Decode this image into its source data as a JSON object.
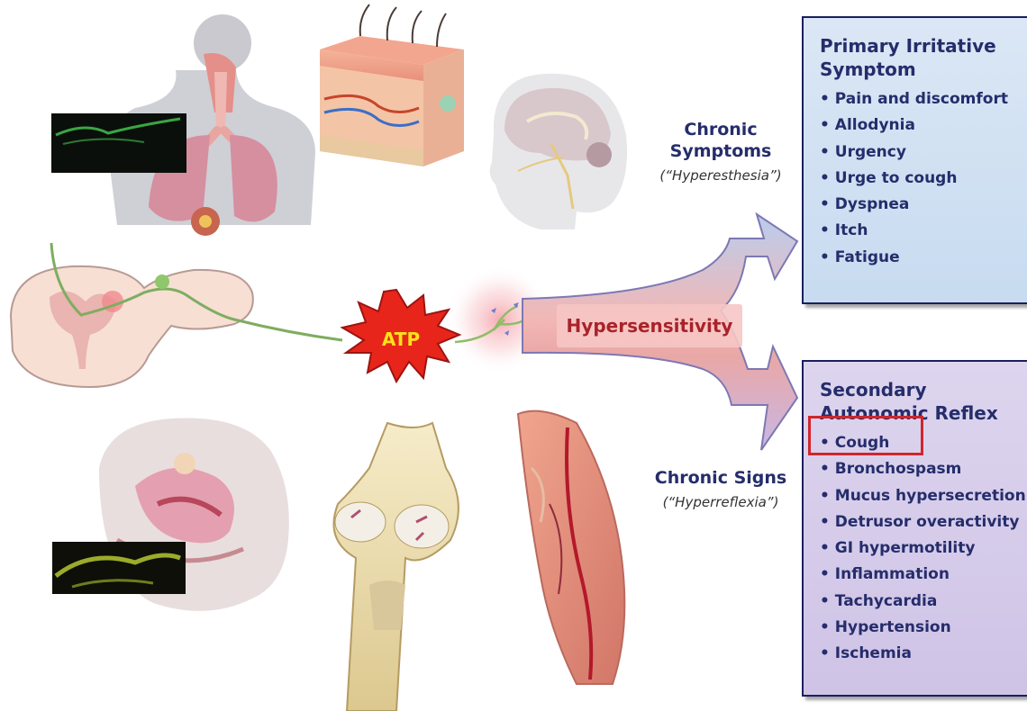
{
  "center": {
    "atp_label": "ATP",
    "hypersensitivity_label": "Hypersensitivity"
  },
  "chronic_symptoms": {
    "title_line1": "Chronic",
    "title_line2": "Symptoms",
    "subtitle": "(“Hyperesthesia”)"
  },
  "chronic_signs": {
    "title": "Chronic Signs",
    "subtitle": "(“Hyperreflexia”)"
  },
  "primary_box": {
    "title": "Primary Irritative Symptom",
    "items": [
      "Pain and discomfort",
      "Allodynia",
      "Urgency",
      "Urge to cough",
      "Dyspnea",
      "Itch",
      "Fatigue"
    ]
  },
  "secondary_box": {
    "title": "Secondary Autonomic Reflex",
    "items": [
      "Cough",
      "Bronchospasm",
      "Mucus hypersecretion",
      "Detrusor overactivity",
      "GI hypermotility",
      "Inflammation",
      "Tachycardia",
      "Hypertension",
      "Ischemia"
    ],
    "highlighted_item": "Cough"
  },
  "colors": {
    "text_navy": "#252d6b",
    "hypersensitivity_text": "#a8232a",
    "highlight_red": "#d0262c",
    "atp_red": "#e8251b",
    "atp_yellow": "#ffe21a"
  }
}
